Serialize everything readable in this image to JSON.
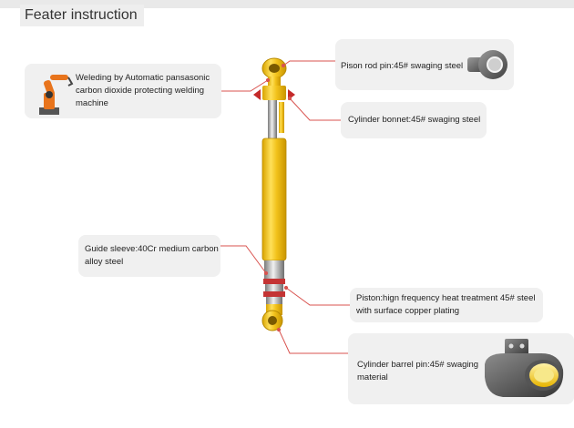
{
  "header": {
    "title": "Feater instruction"
  },
  "callouts": {
    "welding": {
      "text": "Weleding by Automatic pansasonic carbon dioxide protecting welding machine"
    },
    "piston_rod_pin": {
      "text": "Pison rod pin:45# swaging steel"
    },
    "cylinder_bonnet": {
      "text": "Cylinder bonnet:45# swaging steel"
    },
    "guide_sleeve": {
      "text": "Guide sleeve:40Cr medium carbon alloy steel"
    },
    "piston": {
      "text": "Piston:hign frequency heat treatment 45# steel with surface copper plating"
    },
    "barrel_pin": {
      "text": "Cylinder barrel pin:45# swaging material"
    }
  },
  "colors": {
    "leader_line": "#d9534f",
    "cylinder_yellow": "#f2c21b",
    "callout_bg": "#f0f0f0"
  }
}
